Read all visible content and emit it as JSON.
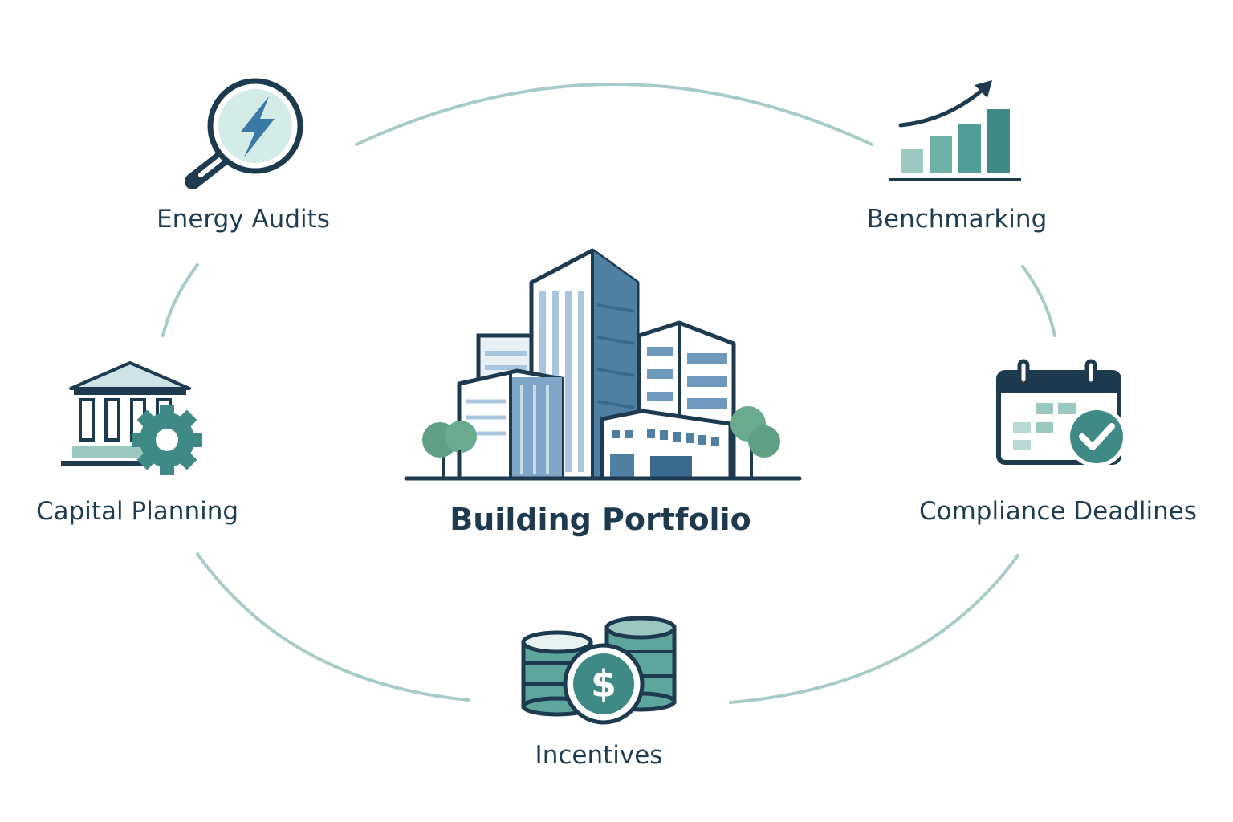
{
  "center": {
    "label": "Building Portfolio"
  },
  "nodes": [
    {
      "id": "energy-audits",
      "label": "Energy Audits",
      "icon": "magnifier-lightning-icon"
    },
    {
      "id": "benchmarking",
      "label": "Benchmarking",
      "icon": "bar-chart-trend-icon"
    },
    {
      "id": "capital-planning",
      "label": "Capital Planning",
      "icon": "bank-gear-icon"
    },
    {
      "id": "compliance-deadlines",
      "label": "Compliance Deadlines",
      "icon": "calendar-check-icon"
    },
    {
      "id": "incentives",
      "label": "Incentives",
      "icon": "coins-dollar-icon"
    }
  ],
  "colors": {
    "text": "#1f3d52",
    "navy": "#1e3a4f",
    "teal": "#3f8a84",
    "teal_light": "#9cc8c2",
    "blue": "#4f7fa3",
    "blue_light": "#a9c6de",
    "ring": "#a7cbc8"
  }
}
